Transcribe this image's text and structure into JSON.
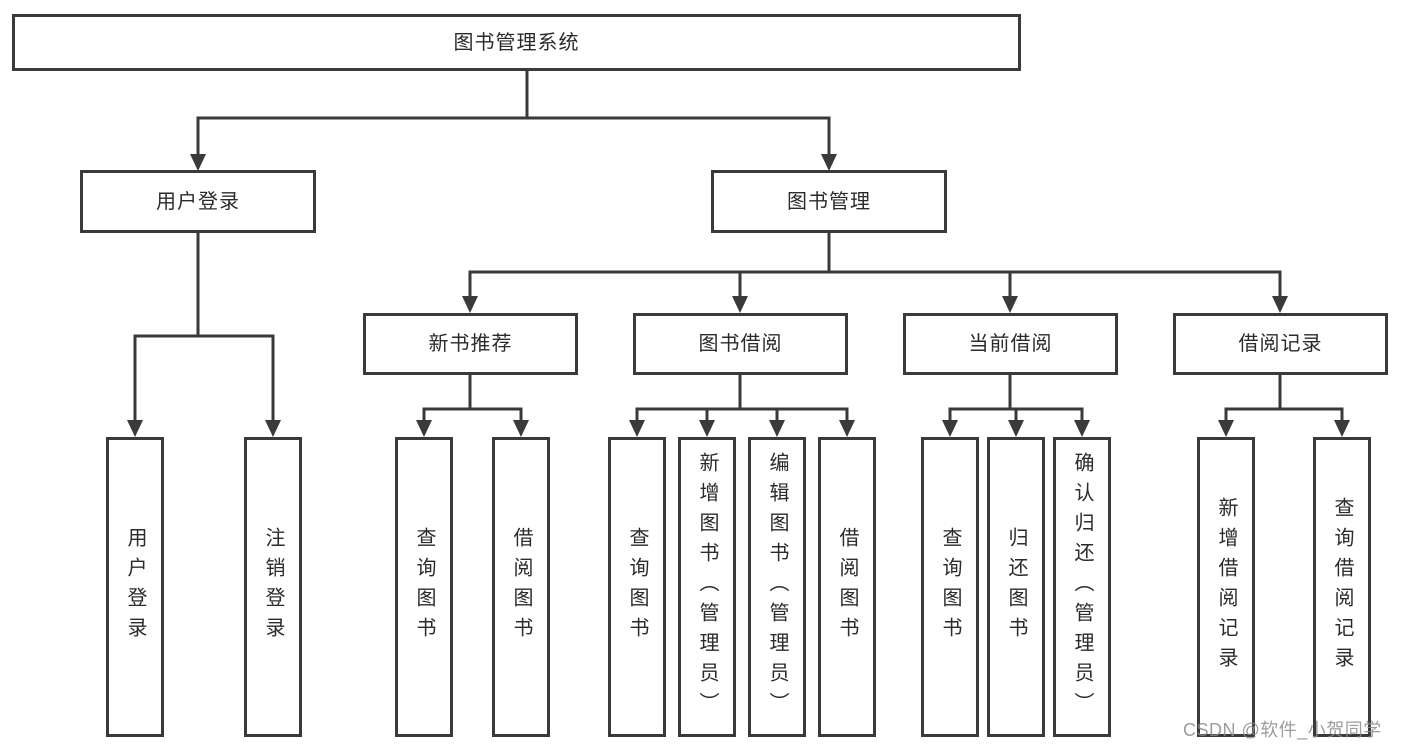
{
  "diagram": {
    "type": "hierarchy-tree",
    "title": "图书管理系统",
    "nodes": {
      "root": {
        "label": "图书管理系统"
      },
      "user_login": {
        "label": "用户登录"
      },
      "book_management": {
        "label": "图书管理"
      },
      "login_action": {
        "label": "用户登录"
      },
      "logout_action": {
        "label": "注销登录"
      },
      "new_book_recommend": {
        "label": "新书推荐"
      },
      "book_borrow": {
        "label": "图书借阅"
      },
      "current_borrow": {
        "label": "当前借阅"
      },
      "borrow_records": {
        "label": "借阅记录"
      },
      "recommend_query_books": {
        "label": "查询图书"
      },
      "recommend_borrow_books": {
        "label": "借阅图书"
      },
      "borrow_query_books": {
        "label": "查询图书"
      },
      "borrow_add_books": {
        "label": "新增图书（管理员）"
      },
      "borrow_edit_books": {
        "label": "编辑图书（管理员）"
      },
      "borrow_borrow_books": {
        "label": "借阅图书"
      },
      "current_query_books": {
        "label": "查询图书"
      },
      "current_return_books": {
        "label": "归还图书"
      },
      "current_confirm_return": {
        "label": "确认归还（管理员）"
      },
      "records_add_record": {
        "label": "新增借阅记录"
      },
      "records_query_record": {
        "label": "查询借阅记录"
      }
    },
    "edges": [
      [
        "root",
        "user_login"
      ],
      [
        "root",
        "book_management"
      ],
      [
        "user_login",
        "login_action"
      ],
      [
        "user_login",
        "logout_action"
      ],
      [
        "book_management",
        "new_book_recommend"
      ],
      [
        "book_management",
        "book_borrow"
      ],
      [
        "book_management",
        "current_borrow"
      ],
      [
        "book_management",
        "borrow_records"
      ],
      [
        "new_book_recommend",
        "recommend_query_books"
      ],
      [
        "new_book_recommend",
        "recommend_borrow_books"
      ],
      [
        "book_borrow",
        "borrow_query_books"
      ],
      [
        "book_borrow",
        "borrow_add_books"
      ],
      [
        "book_borrow",
        "borrow_edit_books"
      ],
      [
        "book_borrow",
        "borrow_borrow_books"
      ],
      [
        "current_borrow",
        "current_query_books"
      ],
      [
        "current_borrow",
        "current_return_books"
      ],
      [
        "current_borrow",
        "current_confirm_return"
      ],
      [
        "borrow_records",
        "records_add_record"
      ],
      [
        "borrow_records",
        "records_query_record"
      ]
    ],
    "colors": {
      "line": "#3a3a3a",
      "box_border": "#3a3a3a",
      "box_background": "#ffffff",
      "text": "#2b2b2b",
      "watermark": "#8c8c8c"
    },
    "watermark": "CSDN @软件_小贺同学"
  }
}
